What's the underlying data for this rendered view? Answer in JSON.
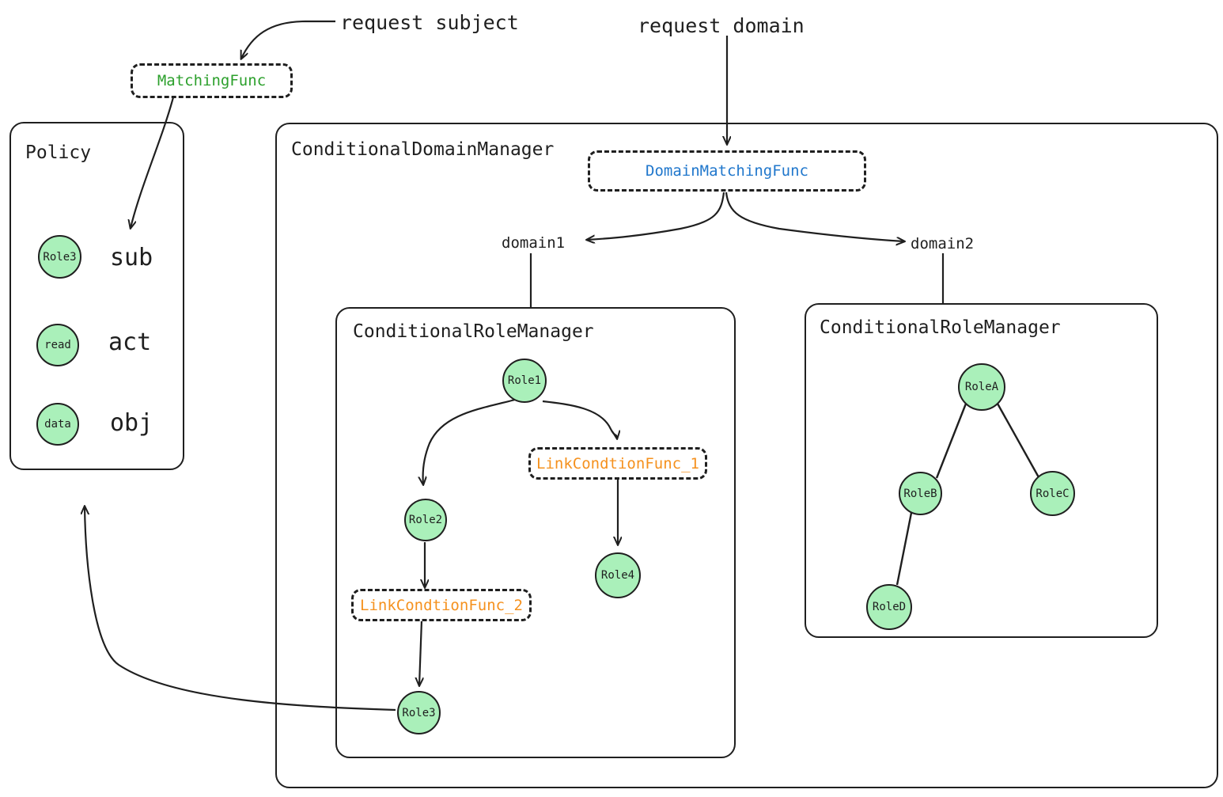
{
  "diagram": {
    "title_labels": {
      "request_subject": "request subject",
      "request_domain": "request domain"
    },
    "policy": {
      "title": "Policy",
      "rows": [
        {
          "node": "Role3",
          "attribute": "sub"
        },
        {
          "node": "read",
          "attribute": "act"
        },
        {
          "node": "data",
          "attribute": "obj"
        }
      ]
    },
    "matching_func": {
      "label": "MatchingFunc",
      "color": "#2ca02c"
    },
    "domain_manager": {
      "title": "ConditionalDomainManager",
      "matching_func": {
        "label": "DomainMatchingFunc",
        "color": "#2077cc"
      },
      "branches": [
        {
          "label": "domain1"
        },
        {
          "label": "domain2"
        }
      ]
    },
    "role_manager_left": {
      "title": "ConditionalRoleManager",
      "nodes": [
        {
          "label": "Role1"
        },
        {
          "label": "Role2"
        },
        {
          "label": "Role3"
        },
        {
          "label": "Role4"
        }
      ],
      "link_funcs": [
        {
          "label": "LinkCondtionFunc_1",
          "color": "#f5911e"
        },
        {
          "label": "LinkCondtionFunc_2",
          "color": "#f5911e"
        }
      ]
    },
    "role_manager_right": {
      "title": "ConditionalRoleManager",
      "nodes": [
        {
          "label": "RoleA"
        },
        {
          "label": "RoleB"
        },
        {
          "label": "RoleC"
        },
        {
          "label": "RoleD"
        }
      ]
    },
    "palette": {
      "node_fill": "#aaf0ba",
      "stroke": "#1f1f1f",
      "green_text": "#2ca02c",
      "blue_text": "#2077cc",
      "orange_text": "#f5911e"
    }
  }
}
